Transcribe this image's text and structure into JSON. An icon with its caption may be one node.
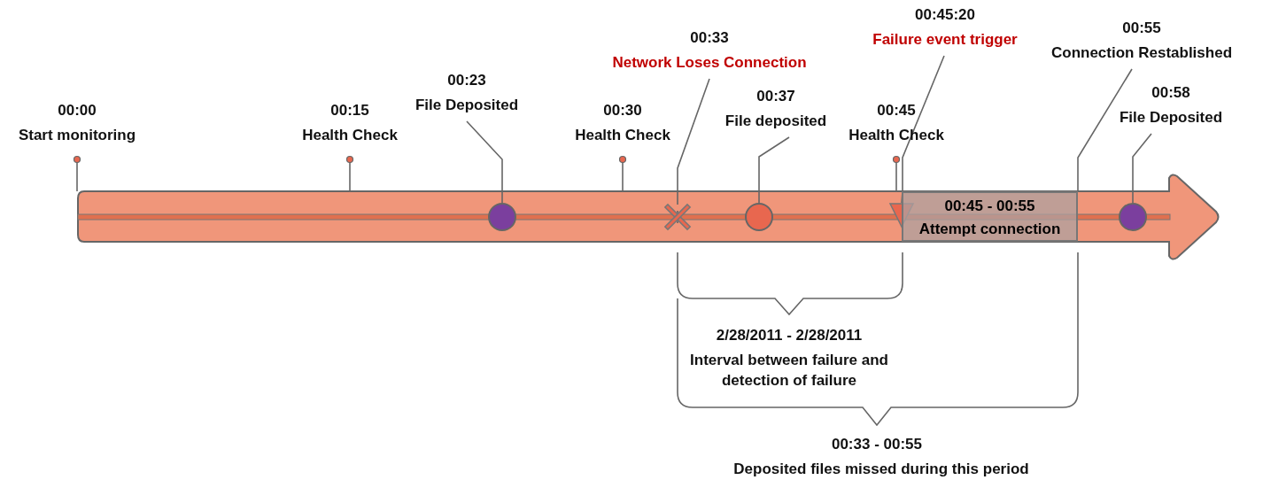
{
  "diagram": {
    "nodes": [
      {
        "text": [],
        "shape": "arrow"
      },
      {
        "text": [
          "00:00",
          "Start monitoring"
        ]
      },
      {
        "text": [
          "00:15",
          "Health Check"
        ]
      },
      {
        "text": [
          "00:23",
          "File Deposited"
        ]
      },
      {
        "text": [
          "00:30",
          "Health Check"
        ]
      },
      {
        "text": [
          "00:33",
          "Network Loses Connection"
        ]
      },
      {
        "text": [
          "00:37",
          "File deposited"
        ]
      },
      {
        "text": [
          "00:45",
          "Health Check"
        ]
      },
      {
        "text": [
          "00:45:20",
          "Failure event trigger"
        ]
      },
      {
        "text": [
          "00:55",
          "Connection Restablished"
        ]
      },
      {
        "text": [
          "00:58",
          "File Deposited"
        ]
      },
      {
        "text": [
          "00:45 - 00:55",
          "Attempt connection"
        ],
        "in": 0
      },
      {
        "text": [],
        "shape": "circle",
        "in": 0
      },
      {
        "text": [],
        "shape": "cross",
        "in": 0
      },
      {
        "text": [],
        "shape": "circle",
        "in": 0
      },
      {
        "text": [],
        "shape": "triangle",
        "in": 0
      },
      {
        "text": [],
        "shape": "circle",
        "in": 0
      }
    ],
    "edges": [
      {
        "from": 1,
        "to": 0,
        "arrow": "other"
      },
      {
        "from": 2,
        "to": 0,
        "arrow": "other"
      },
      {
        "from": 3,
        "to": 12,
        "arrow": "none"
      },
      {
        "from": 4,
        "to": 0,
        "arrow": "other"
      },
      {
        "from": 5,
        "to": 13,
        "arrow": "none"
      },
      {
        "from": 6,
        "to": 14,
        "arrow": "none"
      },
      {
        "from": 7,
        "to": 0,
        "arrow": "other"
      },
      {
        "from": 8,
        "to": 15,
        "arrow": "none"
      },
      {
        "from": 9,
        "to": 11,
        "arrow": "none"
      },
      {
        "from": 10,
        "to": 16,
        "arrow": "none"
      }
    ],
    "labels": [
      "2/28/2011 - 2/28/2011",
      "Interval between failure and detection of failure",
      "00:33 - 00:55",
      "Deposited files missed during this period"
    ]
  }
}
